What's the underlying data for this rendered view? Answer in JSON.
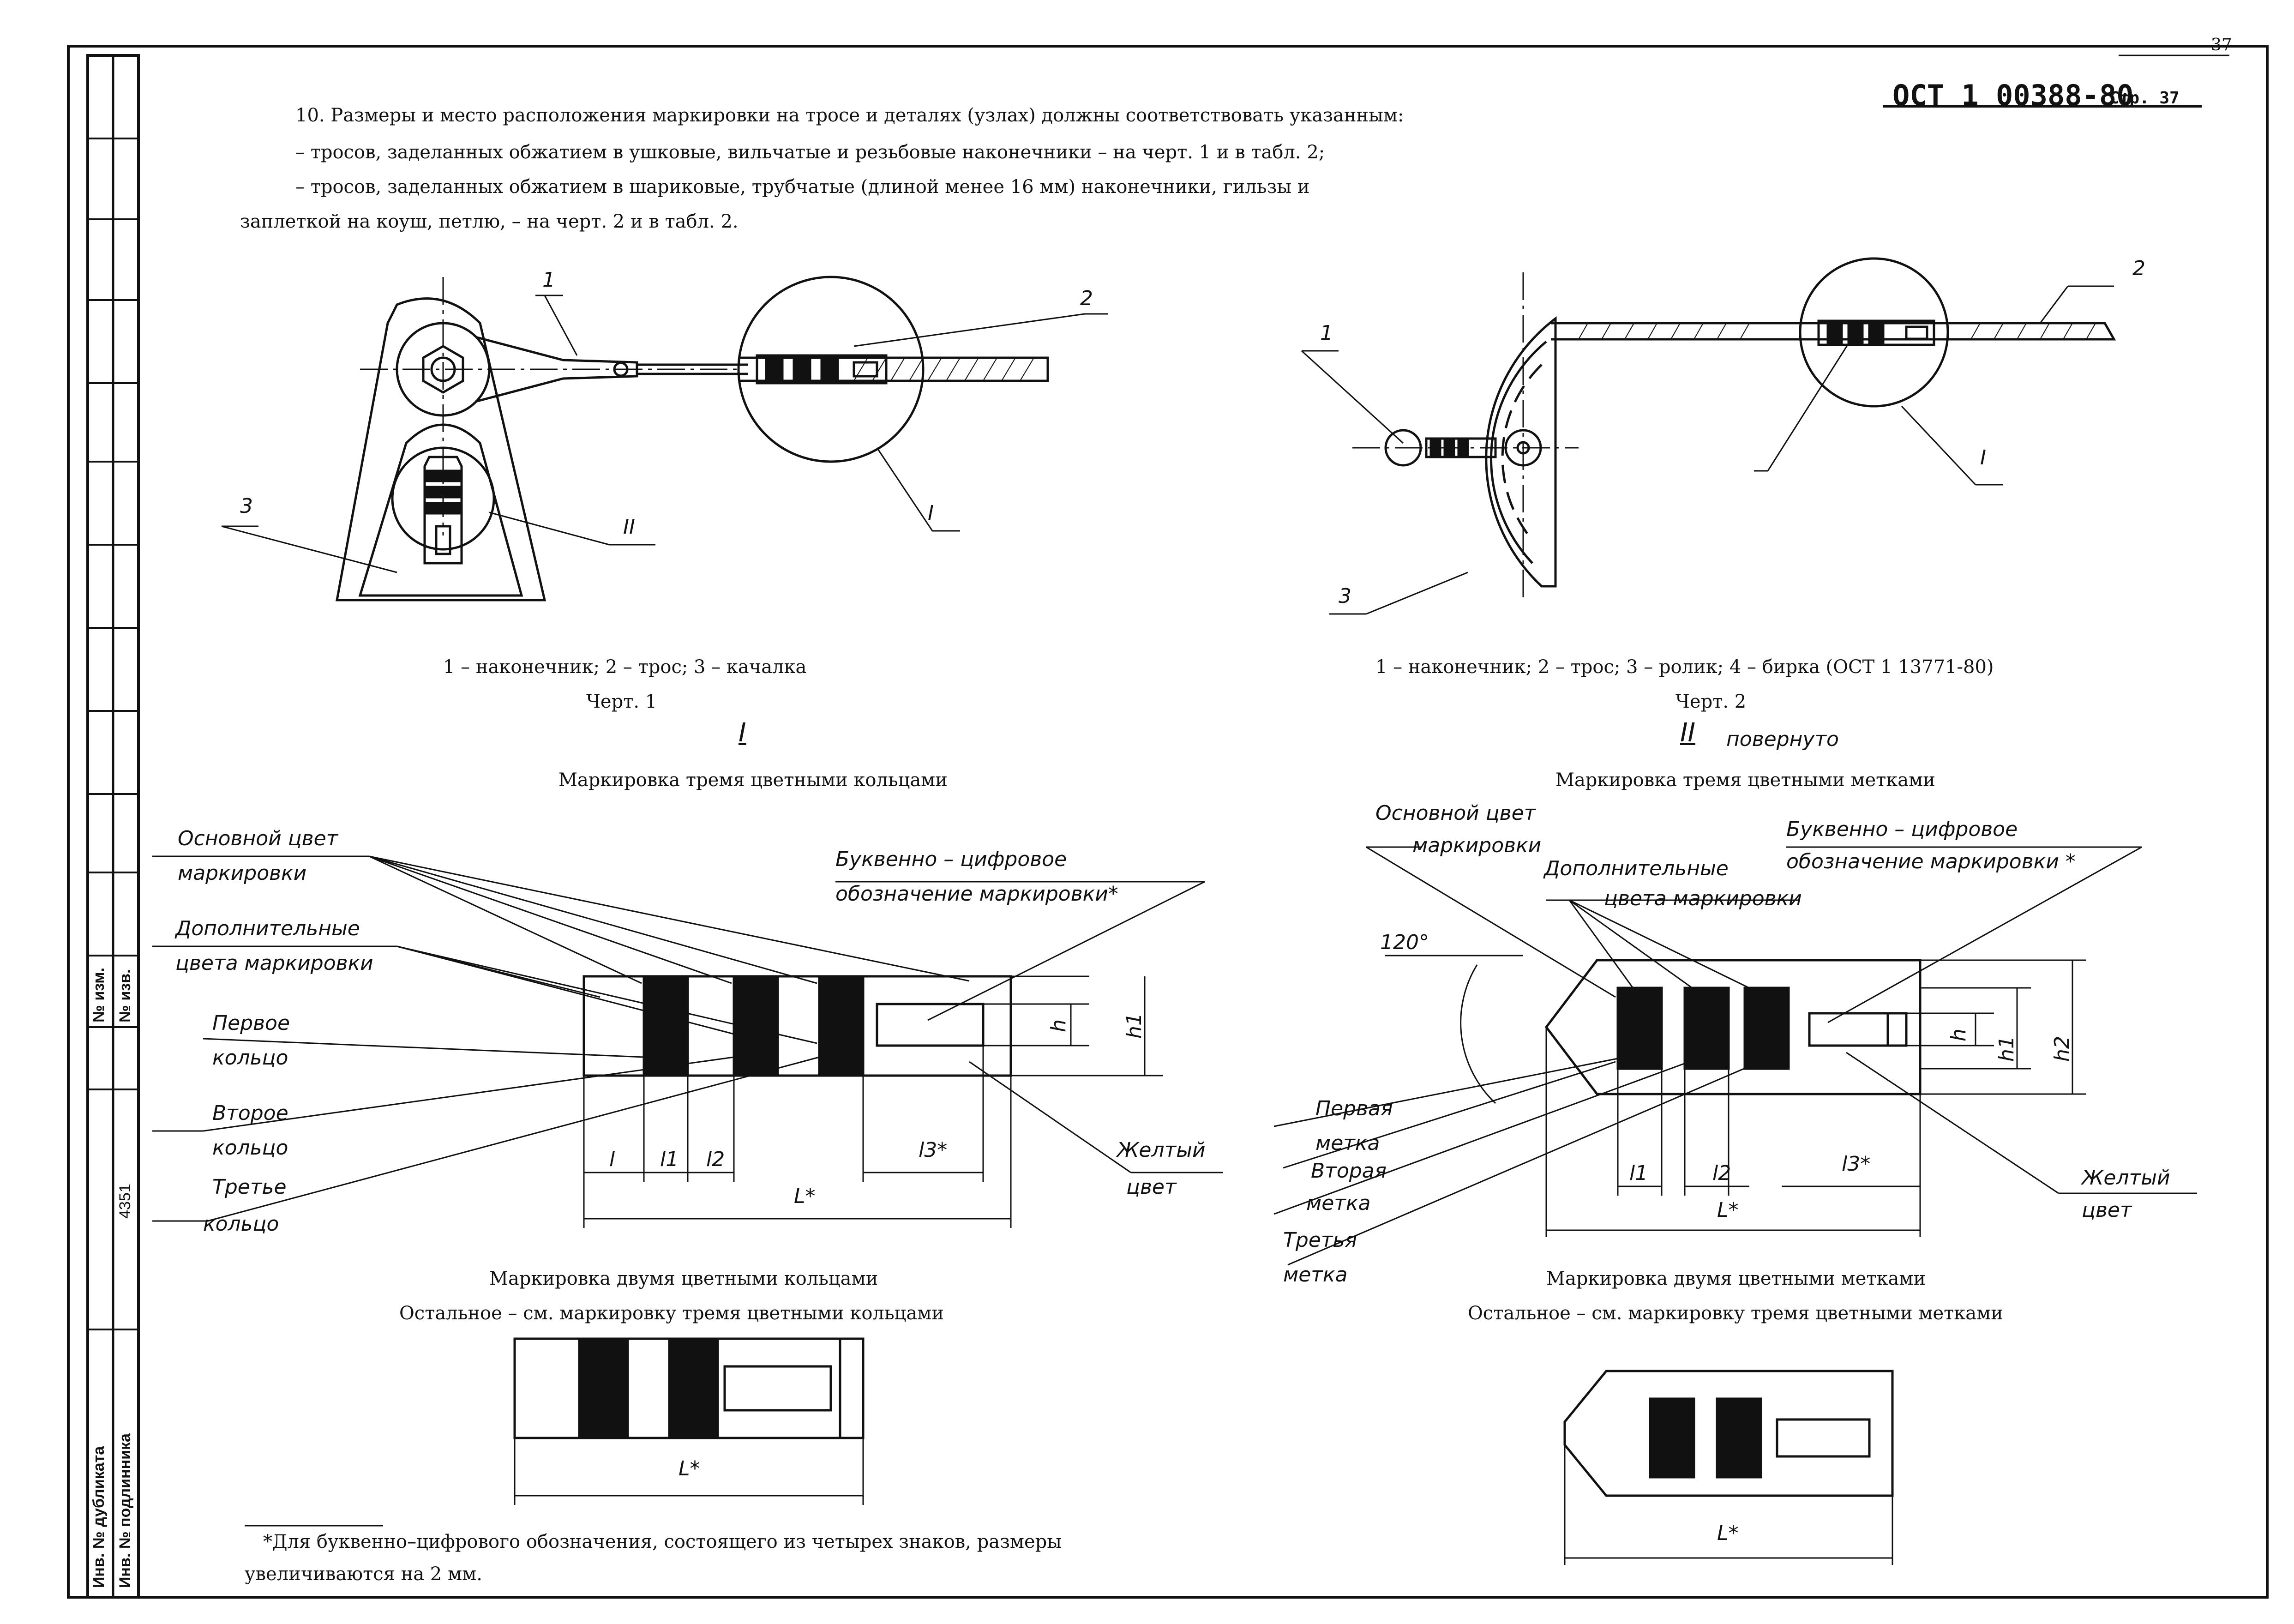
{
  "page_number": "37",
  "doc_code": "ОСТ 1 00388-80",
  "page_label": "Стр. 37",
  "intro": [
    "10. Размеры и место расположения маркировки на тросе и деталях (узлах) должны соответствовать указанным:",
    "– тросов, заделанных обжатием в ушковые, вильчатые и резьбовые наконечники – на черт. 1 и в табл. 2;",
    "– тросов, заделанных обжатием в шариковые, трубчатые (длиной менее 16 мм) наконечники, гильзы и",
    "заплеткой на коуш, петлю, – на черт. 2 и в табл. 2."
  ],
  "fig1": {
    "callouts": [
      "1",
      "2",
      "3",
      "I",
      "II"
    ],
    "legend": "1 – наконечник; 2 – трос; 3 – качалка",
    "caption": "Черт. 1"
  },
  "fig2": {
    "callouts": [
      "1",
      "2",
      "3",
      "I"
    ],
    "legend": "1 – наконечник; 2 – трос; 3 – ролик; 4 – бирка (ОСТ 1 13771-80)",
    "caption": "Черт. 2"
  },
  "view1": {
    "mark": "I",
    "title": "Маркировка тремя цветными кольцами",
    "labels": {
      "base_color": [
        "Основной цвет",
        "маркировки"
      ],
      "extra_colors": [
        "Дополнительные",
        "цвета маркировки"
      ],
      "first": [
        "Первое",
        "кольцо"
      ],
      "second": [
        "Второе",
        "кольцо"
      ],
      "third": [
        "Третье",
        "кольцо"
      ],
      "alnum": [
        "Буквенно – цифровое",
        "обозначение маркировки*"
      ],
      "yellow": [
        "Желтый",
        "цвет"
      ]
    },
    "dims": {
      "l": "l",
      "l1": "l1",
      "l2": "l2",
      "l3": "l3*",
      "L": "L*",
      "h": "h",
      "h1": "h1"
    }
  },
  "view2": {
    "mark": "II",
    "mark_note": "повернуто",
    "title": "Маркировка тремя цветными метками",
    "labels": {
      "base_color": [
        "Основной цвет",
        "маркировки"
      ],
      "extra_colors": [
        "Дополнительные",
        "цвета маркировки"
      ],
      "alnum": [
        "Буквенно – цифровое",
        "обозначение маркировки *"
      ],
      "angle": "120°",
      "first": [
        "Первая",
        "метка"
      ],
      "second": [
        "Вторая",
        "метка"
      ],
      "third": [
        "Третья",
        "метка"
      ],
      "yellow": [
        "Желтый",
        "цвет"
      ]
    },
    "dims": {
      "l1": "l1",
      "l2": "l2",
      "l3": "l3*",
      "L": "L*",
      "h": "h",
      "h1": "h1",
      "h2": "h2"
    }
  },
  "two_rings": {
    "title": "Маркировка двумя цветными кольцами",
    "note": "Остальное – см. маркировку тремя цветными кольцами",
    "dim": "L*"
  },
  "two_marks": {
    "title": "Маркировка двумя цветными метками",
    "note": "Остальное – см. маркировку тремя цветными метками",
    "dim": "L*"
  },
  "footnote": [
    "*Для буквенно–цифрового обозначения, состоящего из четырех знаков, размеры",
    "увеличиваются на 2 мм."
  ],
  "side_stamp": {
    "rev_no": "№ изм.",
    "doc_no": "№ изв.",
    "inv": "4351",
    "dup": "Инв. № дубликата",
    "orig": "Инв. № подлинника"
  }
}
